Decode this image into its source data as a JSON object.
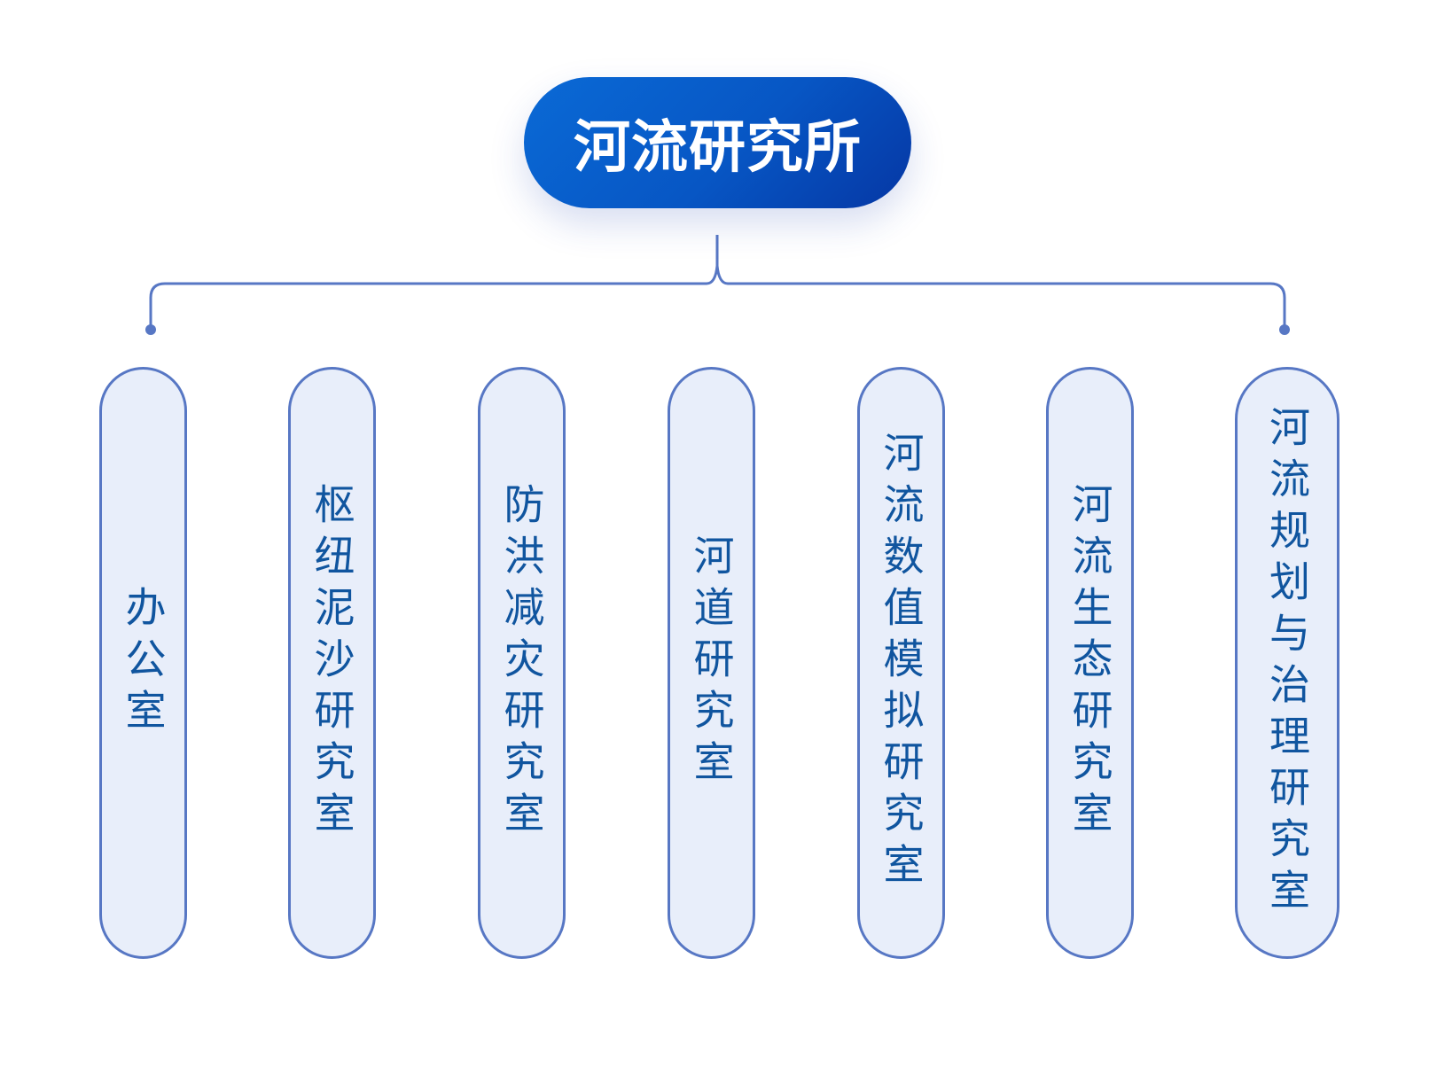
{
  "root": {
    "label": "河流研究所"
  },
  "colors": {
    "root": "#0756c4",
    "line": "#5777c4",
    "pill_fill": "#e8eefa",
    "pill_text": "#10559f"
  },
  "departments": [
    {
      "label": "办公室"
    },
    {
      "label": "枢纽泥沙研究室"
    },
    {
      "label": "防洪减灾研究室"
    },
    {
      "label": "河道研究室"
    },
    {
      "label": "河流数值模拟研究室"
    },
    {
      "label": "河流生态研究室"
    },
    {
      "label": "河流规划与治理研究室"
    }
  ]
}
